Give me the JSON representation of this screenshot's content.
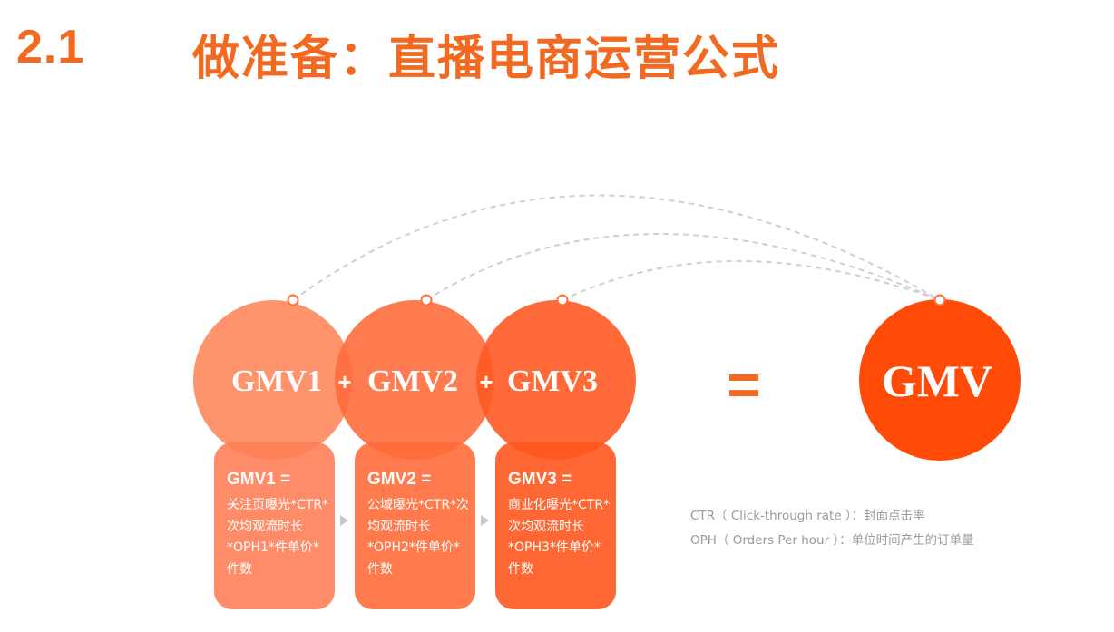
{
  "header": {
    "section_number": "2.1",
    "title": "做准备：直播电商运营公式"
  },
  "circles": [
    {
      "label": "GMV1"
    },
    {
      "label": "GMV2"
    },
    {
      "label": "GMV3"
    }
  ],
  "operators": {
    "plus": "+",
    "equals": "="
  },
  "result": {
    "label": "GMV"
  },
  "cards": [
    {
      "title": "GMV1 =",
      "lines": [
        "关注页曝光*CTR*",
        "次均观流时长",
        "*OPH1*件单价*",
        "件数"
      ]
    },
    {
      "title": "GMV2 =",
      "lines": [
        "公域曝光*CTR*次",
        "均观流时长",
        "*OPH2*件单价*",
        "件数"
      ]
    },
    {
      "title": "GMV3 =",
      "lines": [
        "商业化曝光*CTR*",
        "次均观流时长",
        "*OPH3*件单价*",
        "件数"
      ]
    }
  ],
  "notes": [
    "CTR（ Click-through rate ）：封面点击率",
    "OPH（ Orders Per hour ）：单位时间产生的订单量"
  ],
  "colors": {
    "title_orange": "#f26a21",
    "circle1": "#ff8a5e",
    "circle2": "#ff6e3e",
    "circle3": "#ff5a22",
    "result": "#ff4a08",
    "card1": "#ff8f68",
    "card2": "#ff7a4a",
    "card3": "#ff6326",
    "dashed": "#cfcfcf",
    "note_text": "#9a9a9a"
  }
}
